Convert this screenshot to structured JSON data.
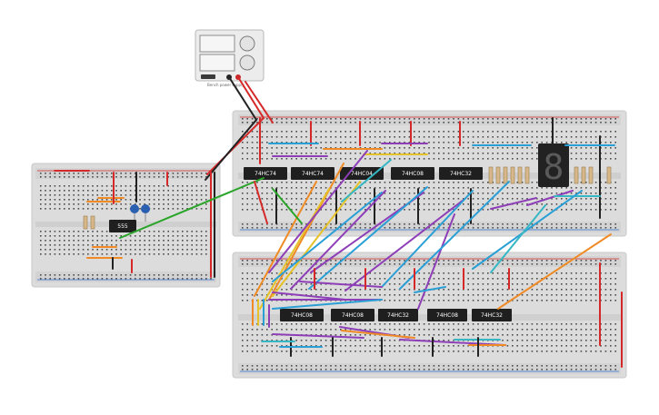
{
  "app": {
    "title": "Breadboard circuit view"
  },
  "power_supply": {
    "label": "Bench power supply"
  },
  "timer_board": {
    "chip_label": "555"
  },
  "upper_board": {
    "chips": [
      "74HC74",
      "74HC74",
      "74HC04",
      "74HC08",
      "74HC32"
    ],
    "display_digit": "8"
  },
  "lower_board": {
    "chips": [
      "74HC08",
      "74HC08",
      "74HC32",
      "74HC08",
      "74HC32"
    ]
  },
  "colors": {
    "red": "#d62828",
    "black": "#222222",
    "green": "#2aa52a",
    "orange": "#f08a24",
    "yellow": "#e6c229",
    "purple": "#8e3fb8",
    "blue": "#2a9fd6",
    "teal": "#35b7c4",
    "breadboard": "#dcdcdc"
  }
}
